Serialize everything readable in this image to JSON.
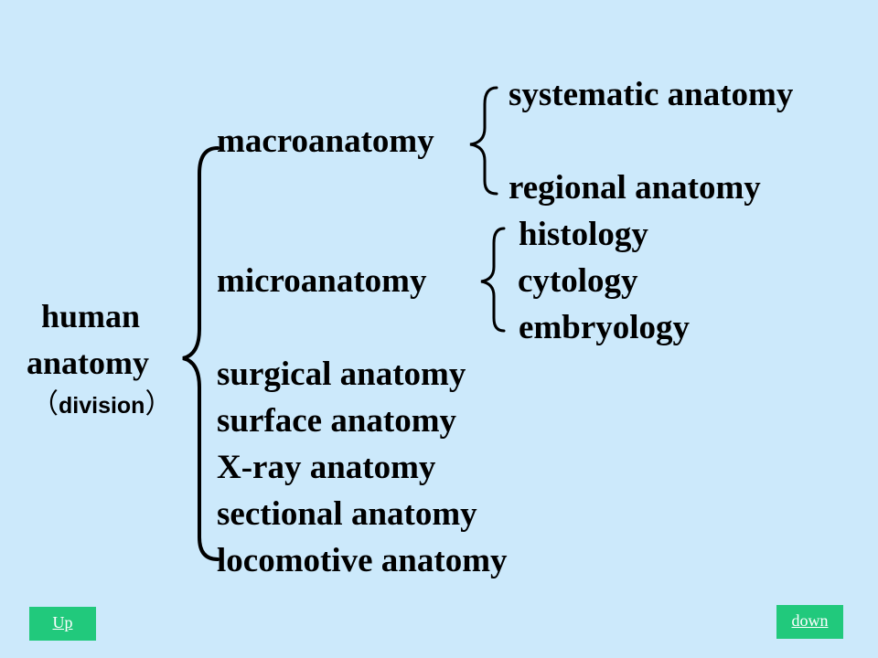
{
  "root": {
    "line1": "human",
    "line2": "anatomy",
    "division_open": "（",
    "division_text": "division",
    "division_close": "）"
  },
  "macro": {
    "label": "macroanatomy",
    "children": [
      "systematic  anatomy",
      "regional  anatomy"
    ]
  },
  "micro": {
    "label": "microanatomy",
    "children": [
      "histology",
      "cytology",
      "embryology"
    ]
  },
  "other_branches": [
    "surgical anatomy",
    "surface  anatomy",
    "X-ray anatomy",
    "sectional anatomy",
    "locomotive anatomy"
  ],
  "navigation": {
    "up_label": " Up ",
    "down_label": "down",
    "button_color": "#21c97c"
  },
  "colors": {
    "background": "#cce9fb",
    "text": "#000000"
  }
}
